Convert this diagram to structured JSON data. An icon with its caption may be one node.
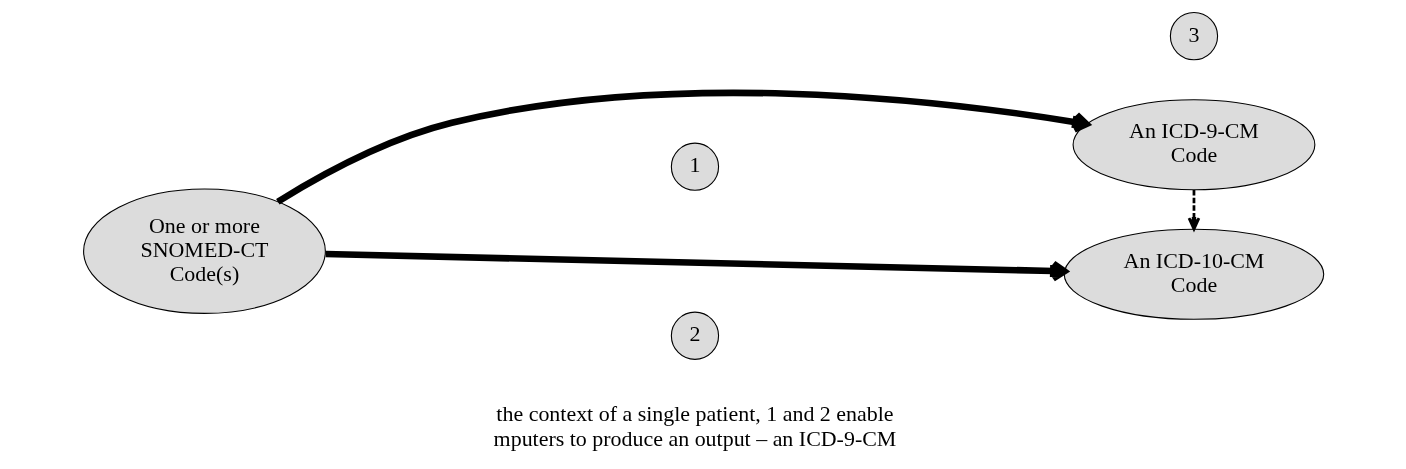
{
  "diagram": {
    "nodes": [
      {
        "text": [
          "One or more SNOMED-CT Code(s)"
        ]
      },
      {
        "text": [
          "An ICD-9-CM Code"
        ]
      },
      {
        "text": [
          "An ICD-10-CM Code"
        ]
      },
      {
        "text": [
          "1"
        ]
      },
      {
        "text": [
          "2"
        ]
      },
      {
        "text": [
          "3"
        ]
      }
    ],
    "edges": [
      {
        "from": 0,
        "to": 1,
        "arrow": "to"
      },
      {
        "from": 0,
        "to": 2,
        "arrow": "to"
      },
      {
        "from": 1,
        "to": 2,
        "arrow": "to",
        "style": "dashed"
      }
    ],
    "labels": [
      "the context of a single patient, 1 and 2 enable mputers to produce an output – an ICD-9-CM"
    ]
  }
}
